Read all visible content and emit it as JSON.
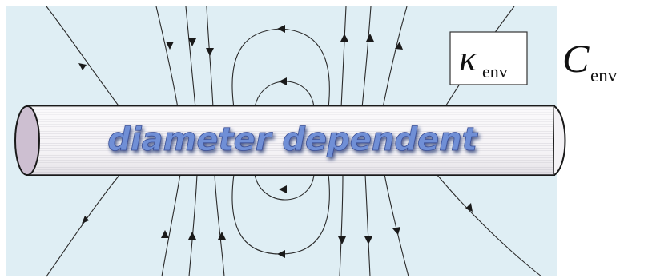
{
  "diagram": {
    "tube_label": "diameter dependent",
    "kappa_box": {
      "symbol": "κ",
      "subscript": "env"
    },
    "capacitance": {
      "symbol": "C",
      "subscript": "env"
    },
    "colors": {
      "background": "#dfeef4",
      "field_line": "#2a2a2a",
      "tube_fill": "#f4f2f5",
      "tube_end": "#cdbfd1",
      "label_blue": "#6f8fd6",
      "label_shadow": "#1f2f6a"
    }
  }
}
